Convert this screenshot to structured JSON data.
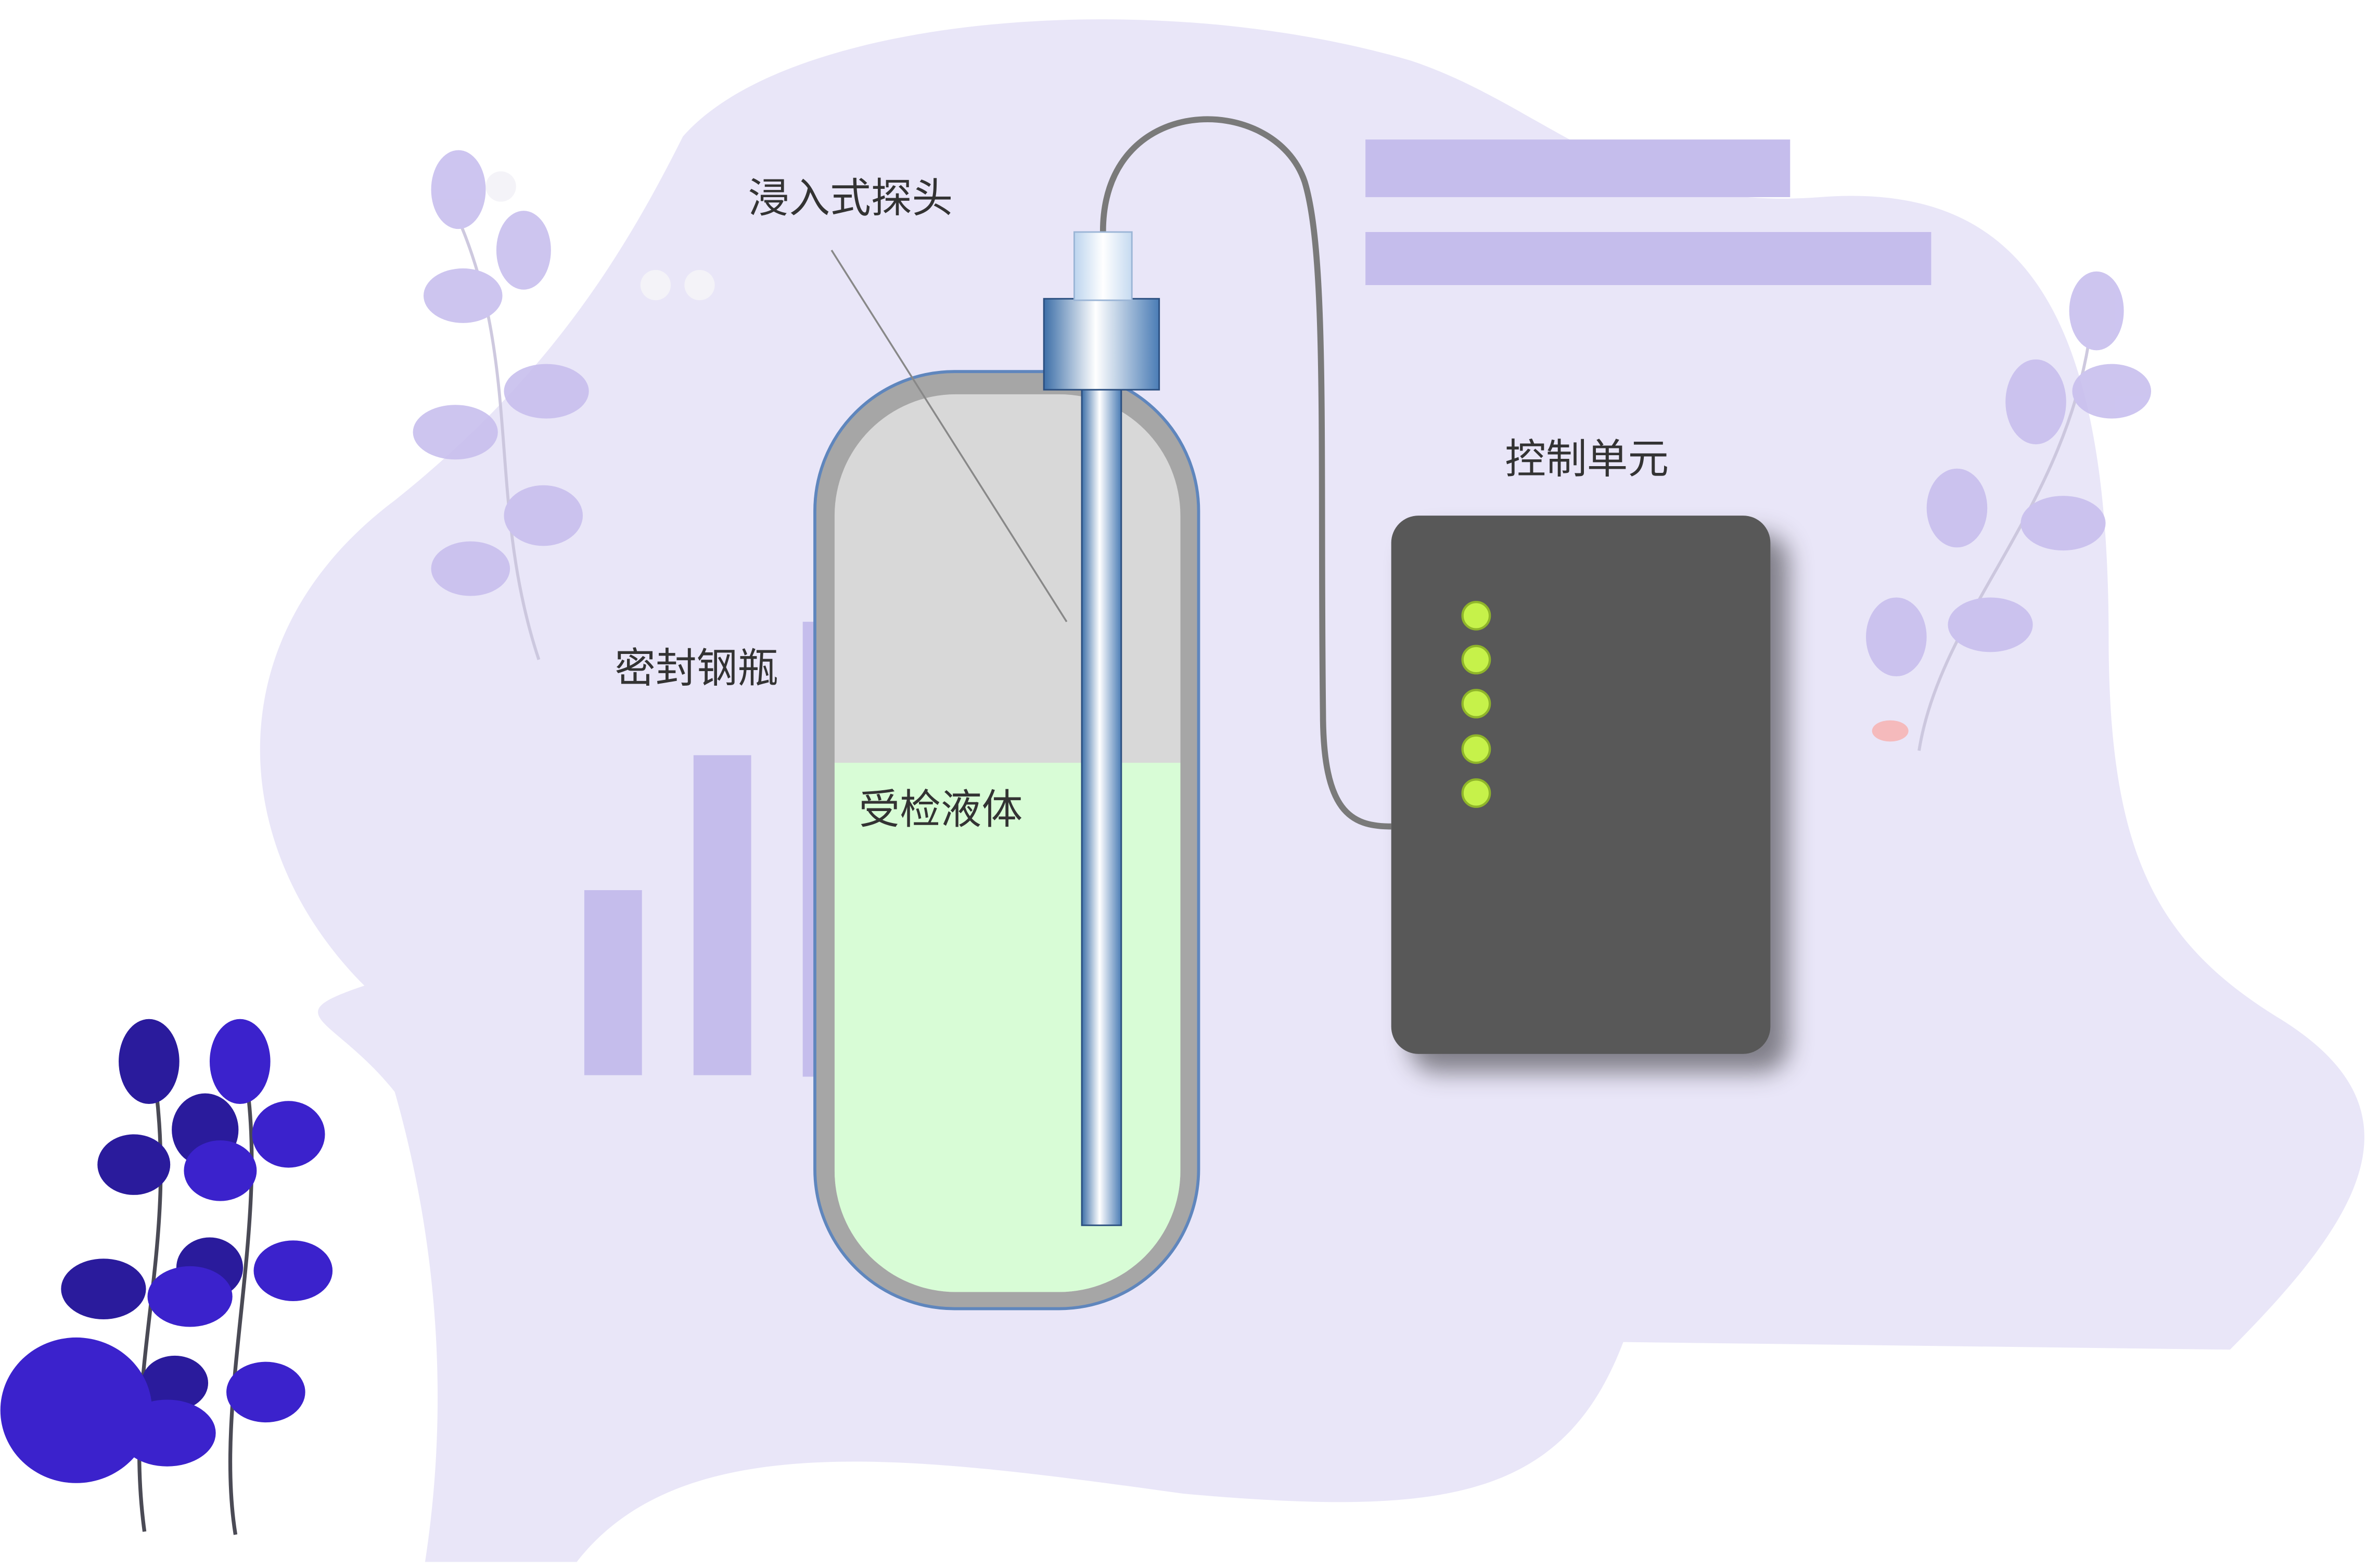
{
  "labels": {
    "probe": "浸入式探头",
    "cylinder": "密封钢瓶",
    "liquid": "受检液体",
    "control_unit": "控制单元"
  },
  "control_unit": {
    "indicator_count": 5
  },
  "colors": {
    "background_blob": "#e9e6f8",
    "accent_bars": "#c5bdec",
    "cylinder_shell": "#a6a6a6",
    "gas_space": "#d8d8d8",
    "liquid": "#d8fcd6",
    "control_box": "#595959",
    "indicator_led": "#c6f24a",
    "dark_leaves": "#2e1fa8",
    "light_leaves": "#c8bfee"
  }
}
